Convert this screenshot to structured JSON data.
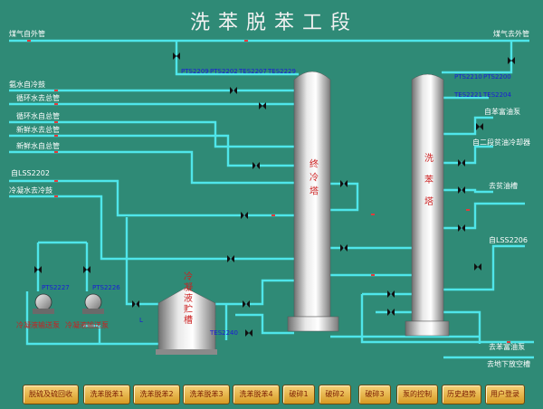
{
  "title": "洗苯脱苯工段",
  "labels": {
    "coal_gas_in": "煤气自外管",
    "coal_gas_out": "煤气去外管",
    "ammonia_water_from_cooling": "氨水自冷鼓",
    "circ_water_return": "循环水去总管",
    "circ_water_supply": "循环水自总管",
    "fresh_water_return": "新鲜水去总管",
    "fresh_water_supply": "新鲜水自总管",
    "from_lss2202": "自LSS2202",
    "condensate_to_cooling": "冷凝水去冷鼓",
    "from_rich_oil_pump": "自苯富油泵",
    "from_2nd_stage_cooler": "自二段贫油冷却器",
    "to_lean_oil_tank": "去贫油槽",
    "from_lss2206": "自LSS2206",
    "to_rich_oil_pump": "去苯富油泵",
    "to_underground_tank": "去地下放空槽",
    "pump_left": "冷凝液输送泵",
    "pump_right": "冷凝液输送泵",
    "tank_label": "冷凝液贮槽",
    "tower_final_cooling": "终冷塔",
    "tower_benzene_wash": "洗苯塔"
  },
  "tags": {
    "pts2209": "PTS2209",
    "pts2202": "PTS2202",
    "tes2207": "TES2207",
    "tes2229": "TES2229",
    "pts2210": "PTS2210",
    "pts2200": "PTS2200",
    "tes2221": "TES2221",
    "tes2204": "TES2204",
    "pts2227": "PTS2227",
    "pts2226": "PTS2226",
    "tes2240": "TES2240",
    "l_indicator": "L"
  },
  "buttons": [
    "脱硫及硫回收",
    "洗苯脱苯1",
    "洗苯脱苯2",
    "洗苯脱苯3",
    "洗苯脱苯4",
    "破碎1",
    "破碎2",
    "破碎3",
    "泵的控制",
    "历史趋势",
    "用户登录"
  ],
  "colors": {
    "background": "#2f8a76",
    "pipe": "#4fe6ea",
    "tag_text": "#1b1bd8",
    "vessel_text": "#cc1f1f",
    "button_text": "#7a1a00"
  }
}
